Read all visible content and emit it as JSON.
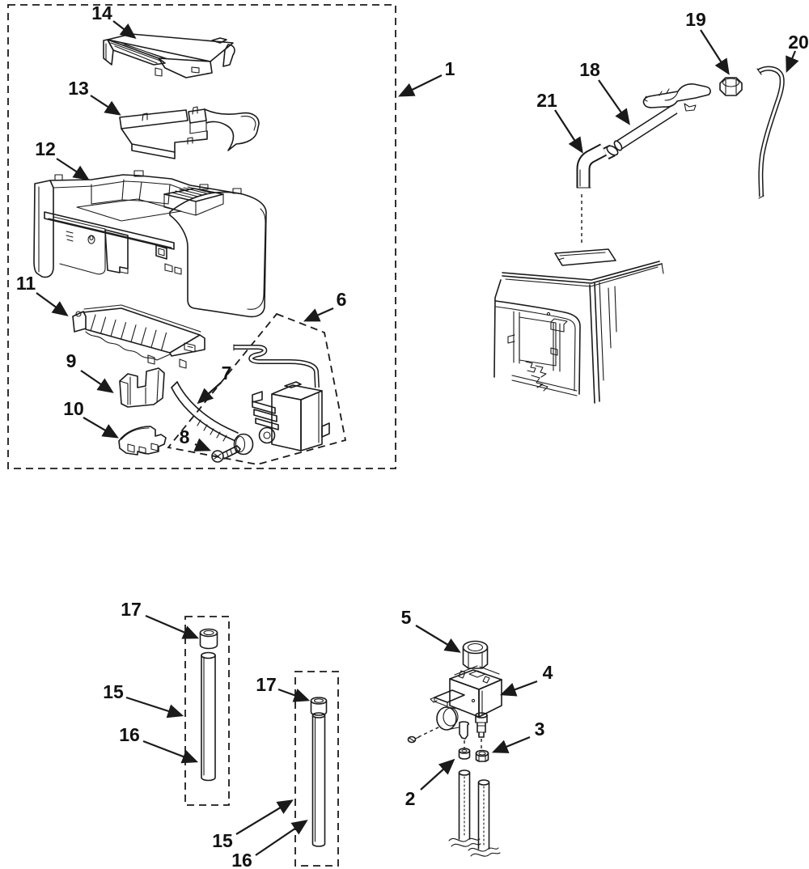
{
  "diagram": {
    "background": "#ffffff",
    "line_color": "#1a1a1a",
    "callouts": [
      {
        "label": "14"
      },
      {
        "label": "13"
      },
      {
        "label": "12"
      },
      {
        "label": "1"
      },
      {
        "label": "11"
      },
      {
        "label": "6"
      },
      {
        "label": "9"
      },
      {
        "label": "7"
      },
      {
        "label": "10"
      },
      {
        "label": "8"
      },
      {
        "label": "21"
      },
      {
        "label": "18"
      },
      {
        "label": "19"
      },
      {
        "label": "20"
      },
      {
        "label": "17"
      },
      {
        "label": "15"
      },
      {
        "label": "16"
      },
      {
        "label": "17"
      },
      {
        "label": "15"
      },
      {
        "label": "16"
      },
      {
        "label": "5"
      },
      {
        "label": "4"
      },
      {
        "label": "3"
      },
      {
        "label": "2"
      }
    ]
  }
}
